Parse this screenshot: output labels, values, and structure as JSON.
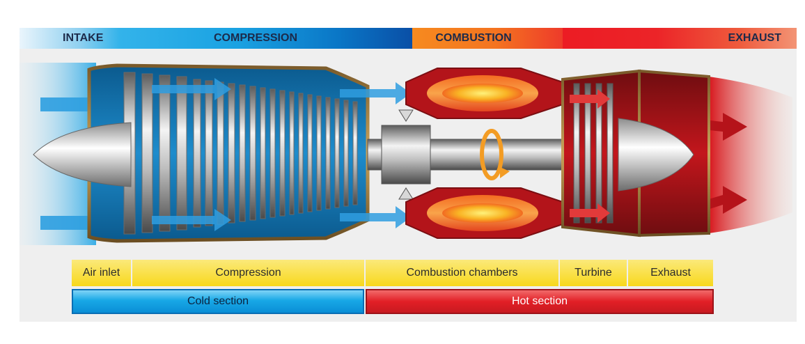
{
  "stages": {
    "intake": "INTAKE",
    "compression": "COMPRESSION",
    "combustion": "COMBUSTION",
    "exhaust": "EXHAUST"
  },
  "components": {
    "air_inlet": "Air inlet",
    "compression": "Compression",
    "combustion_chambers": "Combustion chambers",
    "turbine": "Turbine",
    "exhaust": "Exhaust"
  },
  "sections": {
    "cold": "Cold section",
    "hot": "Hot section"
  },
  "colors": {
    "cold_blue": "#0a8ed6",
    "hot_red": "#e21f26",
    "label_yellow": "#f8d81c",
    "combustion_orange": "#f47420"
  }
}
